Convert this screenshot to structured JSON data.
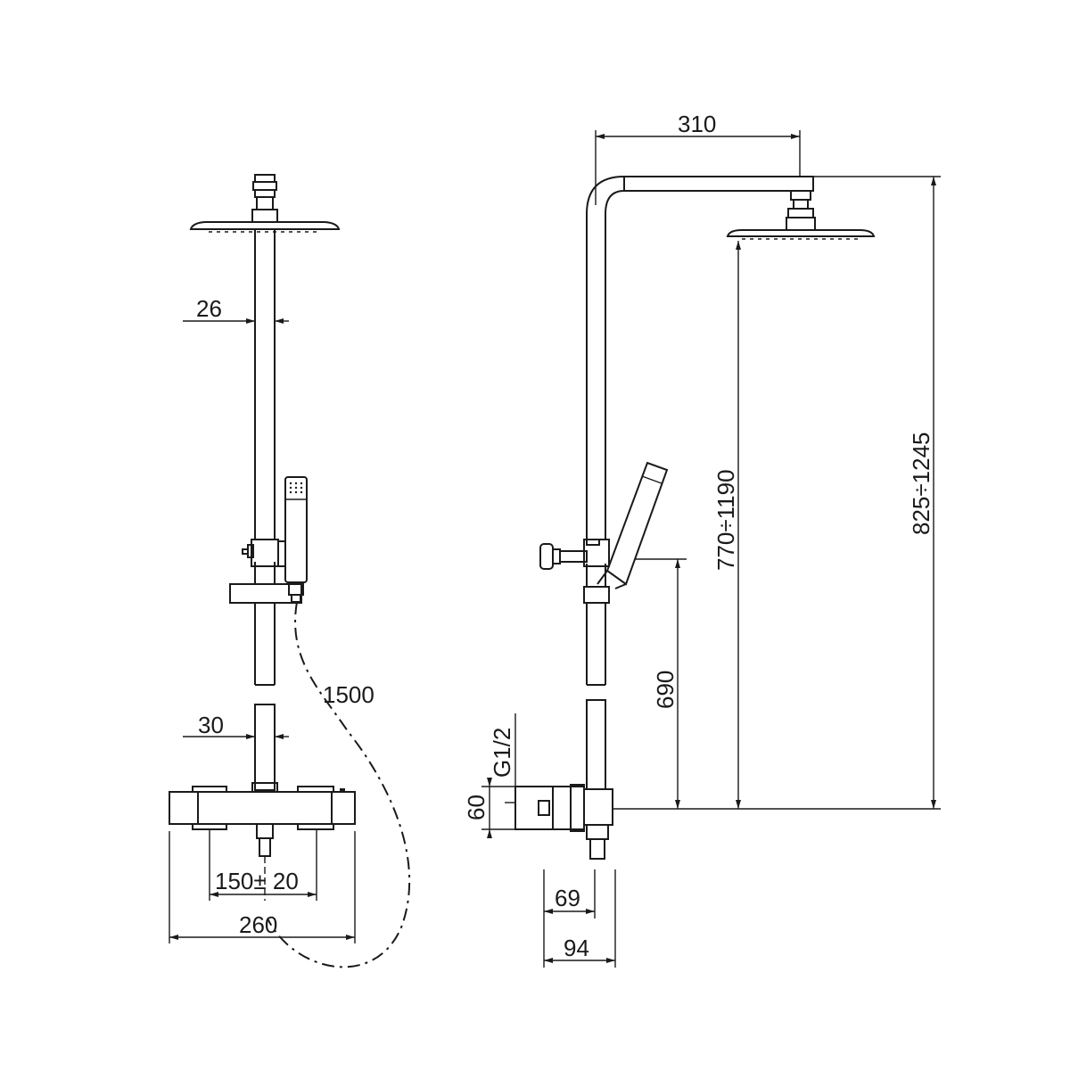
{
  "dimensions": {
    "rod_diameter": "26",
    "hose_length": "1500",
    "pipe_diameter": "30",
    "spacing": "150± 20",
    "mixer_width": "260",
    "arm_length": "310",
    "total_height": "825÷1245",
    "head_height": "770÷1190",
    "holder_height": "690",
    "thread": "G1/2",
    "connector_height": "60",
    "depth_small": "69",
    "depth_large": "94"
  }
}
